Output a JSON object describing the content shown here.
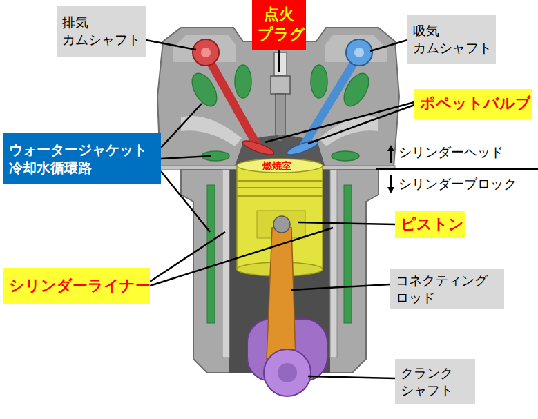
{
  "diagram": {
    "nodes": [
      {
        "text": [
          "排気 カムシャフト"
        ]
      },
      {
        "text": [
          "点火 プラグ"
        ]
      },
      {
        "text": [
          "吸気 カムシャフト"
        ]
      },
      {
        "text": [
          "ポペットバルブ"
        ]
      },
      {
        "text": [
          "ウォータージャケット 冷却水循環路"
        ]
      },
      {
        "text": [
          "ピストン"
        ]
      },
      {
        "text": [
          "シリンダーライナー"
        ]
      },
      {
        "text": [
          "コネクティング ロッド"
        ]
      },
      {
        "text": [
          "クランク シャフト"
        ]
      }
    ],
    "labels": [
      "燃焼室",
      "シリンダーヘッド",
      "シリンダーブロック"
    ]
  }
}
